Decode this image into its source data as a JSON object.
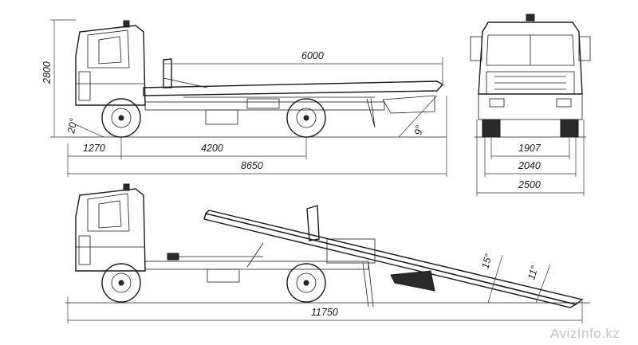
{
  "dimensions": {
    "height": "2800",
    "platform_length": "6000",
    "front_overhang": "1270",
    "wheelbase": "4200",
    "overall_length": "8650",
    "loaded_length": "11750",
    "front_track": "1907",
    "rear_track": "2040",
    "overall_width": "2500"
  },
  "angles": {
    "approach": "20°",
    "departure": "9°",
    "platform_tilt": "15°",
    "ramp_angle": "11°"
  },
  "watermark": "AvizInfo.kz"
}
